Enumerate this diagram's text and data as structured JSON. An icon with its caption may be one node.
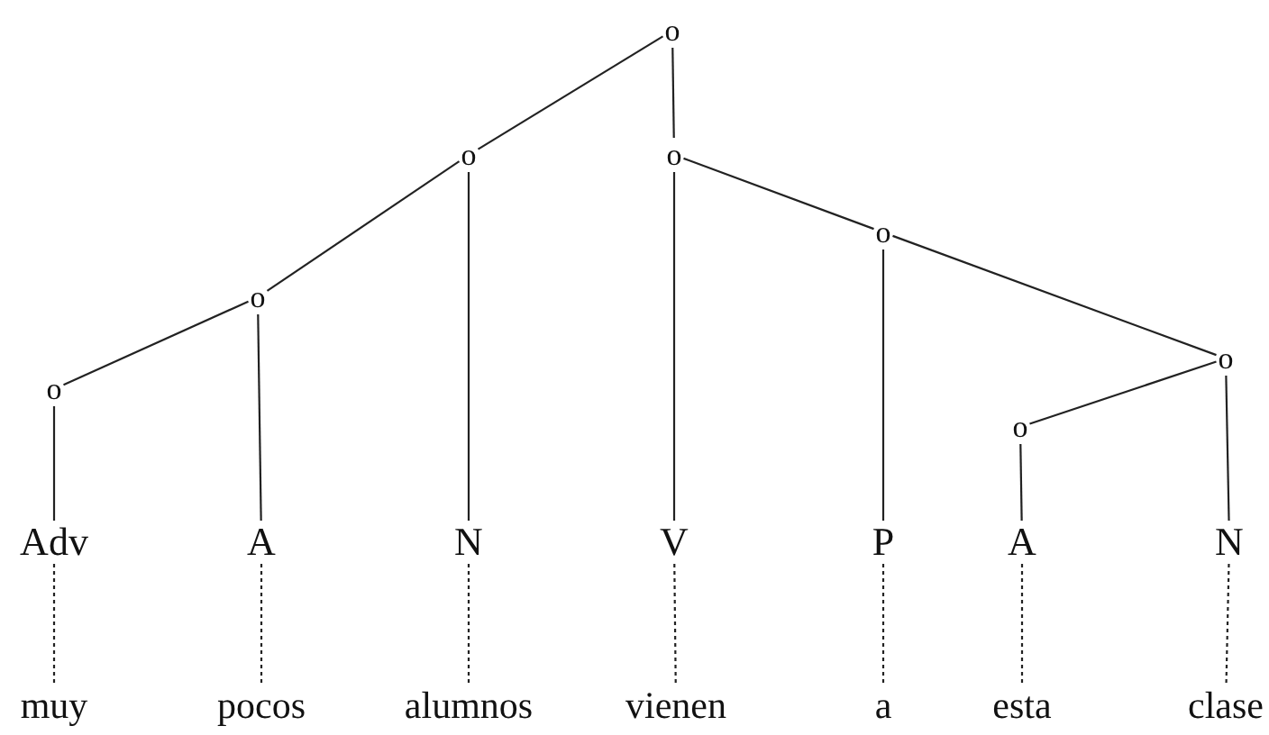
{
  "diagram": {
    "nodes": [
      {
        "text": [
          "o"
        ]
      },
      {
        "text": [
          "o"
        ]
      },
      {
        "text": [
          "o"
        ]
      },
      {
        "text": [
          "o"
        ]
      },
      {
        "text": [
          "o"
        ]
      },
      {
        "text": [
          "o"
        ]
      },
      {
        "text": [
          "o"
        ]
      },
      {
        "text": [
          "o"
        ]
      },
      {
        "text": [
          "Adv"
        ]
      },
      {
        "text": [
          "A"
        ]
      },
      {
        "text": [
          "N"
        ]
      },
      {
        "text": [
          "V"
        ]
      },
      {
        "text": [
          "P"
        ]
      },
      {
        "text": [
          "A"
        ]
      },
      {
        "text": [
          "N"
        ]
      },
      {
        "text": [
          "muy"
        ]
      },
      {
        "text": [
          "pocos"
        ]
      },
      {
        "text": [
          "alumnos"
        ]
      },
      {
        "text": [
          "vienen"
        ]
      },
      {
        "text": [
          "a"
        ]
      },
      {
        "text": [
          "esta"
        ]
      },
      {
        "text": [
          "clase"
        ]
      }
    ],
    "edges": [
      {
        "from": 0,
        "to": 1,
        "arrow": "none"
      },
      {
        "from": 0,
        "to": 2,
        "arrow": "none"
      },
      {
        "from": 1,
        "to": 4,
        "arrow": "none"
      },
      {
        "from": 1,
        "to": 10,
        "arrow": "none"
      },
      {
        "from": 4,
        "to": 6,
        "arrow": "none"
      },
      {
        "from": 4,
        "to": 9,
        "arrow": "none"
      },
      {
        "from": 6,
        "to": 8,
        "arrow": "none"
      },
      {
        "from": 2,
        "to": 11,
        "arrow": "none"
      },
      {
        "from": 2,
        "to": 3,
        "arrow": "none"
      },
      {
        "from": 3,
        "to": 12,
        "arrow": "none"
      },
      {
        "from": 3,
        "to": 5,
        "arrow": "none"
      },
      {
        "from": 5,
        "to": 7,
        "arrow": "none"
      },
      {
        "from": 5,
        "to": 14,
        "arrow": "none"
      },
      {
        "from": 7,
        "to": 13,
        "arrow": "none"
      },
      {
        "from": 8,
        "to": 15,
        "arrow": "none",
        "style": "dashed"
      },
      {
        "from": 9,
        "to": 16,
        "arrow": "none",
        "style": "dashed"
      },
      {
        "from": 10,
        "to": 17,
        "arrow": "none",
        "style": "dashed"
      },
      {
        "from": 11,
        "to": 18,
        "arrow": "none",
        "style": "dashed"
      },
      {
        "from": 12,
        "to": 19,
        "arrow": "none",
        "style": "dashed"
      },
      {
        "from": 13,
        "to": 20,
        "arrow": "none",
        "style": "dashed"
      },
      {
        "from": 14,
        "to": 21,
        "arrow": "none",
        "style": "dashed"
      }
    ]
  }
}
